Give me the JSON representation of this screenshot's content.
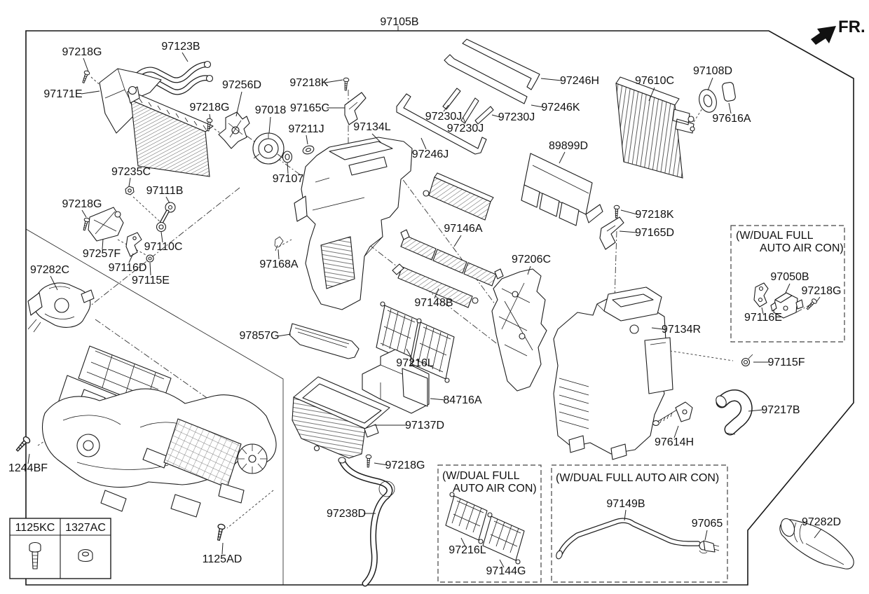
{
  "figure": {
    "assembly_label": "97105B",
    "direction_indicator": "FR."
  },
  "callouts": {
    "c97218g_1": "97218G",
    "c97123b": "97123B",
    "c97171e": "97171E",
    "c97256d": "97256D",
    "c97218g_2": "97218G",
    "c97018": "97018",
    "c97218k_1": "97218K",
    "c97165c": "97165C",
    "c97211j": "97211J",
    "c97134l": "97134L",
    "c97107": "97107",
    "c97230j_1": "97230J",
    "c97230j_2": "97230J",
    "c97230j_3": "97230J",
    "c97246j": "97246J",
    "c97246h": "97246H",
    "c97246k": "97246K",
    "c97610c": "97610C",
    "c97108d": "97108D",
    "c97616a": "97616A",
    "c89899d": "89899D",
    "c97235c": "97235C",
    "c97111b": "97111B",
    "c97218g_3": "97218G",
    "c97257f": "97257F",
    "c97110c": "97110C",
    "c97116d": "97116D",
    "c97115e": "97115E",
    "c97282c": "97282C",
    "c97168a": "97168A",
    "c97218k_2": "97218K",
    "c97165d": "97165D",
    "c97146a": "97146A",
    "c97206c": "97206C",
    "c97148b": "97148B",
    "c97134r": "97134R",
    "c97857g": "97857G",
    "c97216l": "97216L",
    "c84716a": "84716A",
    "c97137d": "97137D",
    "c97218g_4": "97218G",
    "c97614h": "97614H",
    "c97217b": "97217B",
    "c97115f": "97115F",
    "c1244bf": "1244BF",
    "c1125ad": "1125AD",
    "c97238d": "97238D",
    "c97282d": "97282D"
  },
  "inset_boxes": [
    {
      "title_line1": "(W/DUAL FULL",
      "title_line2": "AUTO AIR CON)",
      "callouts": {
        "c97050b": "97050B",
        "c97218g": "97218G",
        "c97116e": "97116E"
      }
    },
    {
      "title_line1": "(W/DUAL FULL",
      "title_line2": "AUTO AIR CON)",
      "callouts": {
        "c97216l": "97216L",
        "c97144g": "97144G"
      }
    },
    {
      "title": "(W/DUAL FULL AUTO AIR CON)",
      "callouts": {
        "c97149b": "97149B",
        "c97065": "97065"
      }
    }
  ],
  "hardware_table": {
    "columns": [
      "1125KC",
      "1327AC"
    ]
  },
  "colors": {
    "line_color": "#1c1c1c",
    "background": "#ffffff"
  }
}
